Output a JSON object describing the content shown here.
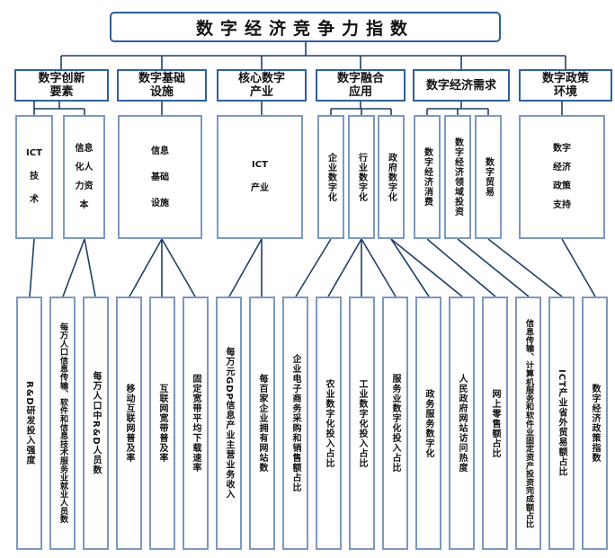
{
  "title": "数字经济竞争力指数",
  "categories": [
    {
      "label": "数字创新要素",
      "subs": [
        "ICT\n技\n术",
        "信息化人力资本"
      ],
      "indicators": [
        "R&D研发投入强度",
        "每万人口信息传输、软件和信息技术服务业就业人员数",
        "每万人口中R&D人员数"
      ]
    },
    {
      "label": "数字基础设施",
      "subs": [
        "信息\n基础\n设施"
      ],
      "indicators": [
        "移动互联网普及率",
        "互联网宽带普及率",
        "固定宽带平均下载速率"
      ]
    },
    {
      "label": "核心数字产业",
      "subs": [
        "ICT\n产业"
      ],
      "indicators": [
        "每万元GDP信息产业主营业务收入",
        "每百家企业拥有网站数"
      ]
    },
    {
      "label": "数字融合应用",
      "subs": [
        "企业数字化",
        "行业数字化",
        "政府数字化"
      ],
      "indicators": [
        "企业电子商务采购和销售额占比",
        "农业数字化投入占比",
        "工业数字化投入占比",
        "服务业数字化投入占比",
        "政务服务数字化",
        "人民政府网站访问热度"
      ]
    },
    {
      "label": "数字经济需求",
      "subs": [
        "数字经济消费",
        "数字经济领域投资",
        "数字贸易"
      ],
      "indicators": [
        "网上零售额占比",
        "信息传输、计算机服务和软件业固定资产投资完成额占比",
        "ICT产业省外贸易额占比"
      ]
    },
    {
      "label": "数字政策环境",
      "subs": [
        "数字\n经济\n政策\n支持"
      ],
      "indicators": [
        "数字经济政策指数"
      ]
    }
  ],
  "colors": {
    "box_border": "#7e98bf",
    "top_border": "#2e5fa0",
    "connector": "#1f3f66"
  }
}
